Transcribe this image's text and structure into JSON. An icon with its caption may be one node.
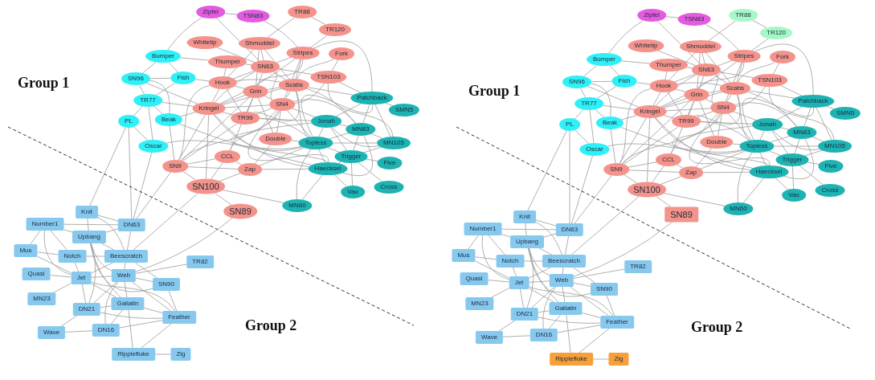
{
  "diagram": {
    "nodes": [
      {
        "text": [
          "Zipfel"
        ]
      },
      {
        "text": [
          "TSN83"
        ]
      },
      {
        "text": [
          "TR88"
        ]
      },
      {
        "text": [
          "TR120"
        ]
      },
      {
        "text": [
          "Whitetip"
        ]
      },
      {
        "text": [
          "Shmuddel"
        ]
      },
      {
        "text": [
          "Stripes"
        ]
      },
      {
        "text": [
          "Fork"
        ]
      },
      {
        "text": [
          "Bumper"
        ]
      },
      {
        "text": [
          "Thumper"
        ]
      },
      {
        "text": [
          "SN63"
        ]
      },
      {
        "text": [
          "TSN103"
        ]
      },
      {
        "text": [
          "SN96"
        ]
      },
      {
        "text": [
          "Fish"
        ]
      },
      {
        "text": [
          "Hook"
        ]
      },
      {
        "text": [
          "Scabs"
        ]
      },
      {
        "text": [
          "Grin"
        ]
      },
      {
        "text": [
          "Patchback"
        ]
      },
      {
        "text": [
          "TR77"
        ]
      },
      {
        "text": [
          "SN4"
        ]
      },
      {
        "text": [
          "SMN5"
        ]
      },
      {
        "text": [
          "Kringel"
        ]
      },
      {
        "text": [
          "TR99"
        ]
      },
      {
        "text": [
          "PL"
        ]
      },
      {
        "text": [
          "Beak"
        ]
      },
      {
        "text": [
          "Jonah"
        ]
      },
      {
        "text": [
          "MN83"
        ]
      },
      {
        "text": [
          "Double"
        ]
      },
      {
        "text": [
          "Topless"
        ]
      },
      {
        "text": [
          "MN105"
        ]
      },
      {
        "text": [
          "Oscar"
        ]
      },
      {
        "text": [
          "CCL"
        ]
      },
      {
        "text": [
          "Trigger"
        ]
      },
      {
        "text": [
          "Five"
        ]
      },
      {
        "text": [
          "SN9"
        ]
      },
      {
        "text": [
          "Zap"
        ]
      },
      {
        "text": [
          "Haecksel"
        ]
      },
      {
        "text": [
          "SN100"
        ]
      },
      {
        "text": [
          "Cross"
        ]
      },
      {
        "text": [
          "Vau"
        ]
      },
      {
        "text": [
          "MN60"
        ]
      },
      {
        "text": [
          "SN89"
        ]
      },
      {
        "text": [
          "Knit"
        ]
      },
      {
        "text": [
          "DN63"
        ]
      },
      {
        "text": [
          "Number1"
        ]
      },
      {
        "text": [
          "Upbang"
        ]
      },
      {
        "text": [
          "Mus"
        ]
      },
      {
        "text": [
          "Notch"
        ]
      },
      {
        "text": [
          "Beescratch"
        ]
      },
      {
        "text": [
          "TR82"
        ]
      },
      {
        "text": [
          "Quasi"
        ]
      },
      {
        "text": [
          "Jet"
        ]
      },
      {
        "text": [
          "Web"
        ]
      },
      {
        "text": [
          "SN90"
        ]
      },
      {
        "text": [
          "MN23"
        ]
      },
      {
        "text": [
          "Gallatin"
        ]
      },
      {
        "text": [
          "DN21"
        ]
      },
      {
        "text": [
          "Feather"
        ]
      },
      {
        "text": [
          "Wave"
        ]
      },
      {
        "text": [
          "DN16"
        ]
      },
      {
        "text": [
          "Ripplefluke"
        ]
      },
      {
        "text": [
          "Zig"
        ]
      },
      {
        "text": [
          "Zipfel"
        ]
      },
      {
        "text": [
          "TSN83"
        ]
      },
      {
        "text": [
          "TR88"
        ]
      },
      {
        "text": [
          "TR120"
        ]
      },
      {
        "text": [
          "Whitetip"
        ]
      },
      {
        "text": [
          "Shmuddel"
        ]
      },
      {
        "text": [
          "Stripes"
        ]
      },
      {
        "text": [
          "Fork"
        ]
      },
      {
        "text": [
          "Bumper"
        ]
      },
      {
        "text": [
          "Thumper"
        ]
      },
      {
        "text": [
          "SN63"
        ]
      },
      {
        "text": [
          "TSN103"
        ]
      },
      {
        "text": [
          "SN96"
        ]
      },
      {
        "text": [
          "Fish"
        ]
      },
      {
        "text": [
          "Hook"
        ]
      },
      {
        "text": [
          "Scabs"
        ]
      },
      {
        "text": [
          "Grin"
        ]
      },
      {
        "text": [
          "Patchback"
        ]
      },
      {
        "text": [
          "TR77"
        ]
      },
      {
        "text": [
          "SN4"
        ]
      },
      {
        "text": [
          "SMN5"
        ]
      },
      {
        "text": [
          "Kringel"
        ]
      },
      {
        "text": [
          "TR99"
        ]
      },
      {
        "text": [
          "PL"
        ]
      },
      {
        "text": [
          "Beak"
        ]
      },
      {
        "text": [
          "Jonah"
        ]
      },
      {
        "text": [
          "MN83"
        ]
      },
      {
        "text": [
          "Double"
        ]
      },
      {
        "text": [
          "Topless"
        ]
      },
      {
        "text": [
          "MN105"
        ]
      },
      {
        "text": [
          "Oscar"
        ]
      },
      {
        "text": [
          "CCL"
        ]
      },
      {
        "text": [
          "Trigger"
        ]
      },
      {
        "text": [
          "Five"
        ]
      },
      {
        "text": [
          "SN9"
        ]
      },
      {
        "text": [
          "Zap"
        ]
      },
      {
        "text": [
          "Haecksel"
        ]
      },
      {
        "text": [
          "SN100"
        ]
      },
      {
        "text": [
          "Cross"
        ]
      },
      {
        "text": [
          "Vau"
        ]
      },
      {
        "text": [
          "MN60"
        ]
      },
      {
        "text": [
          "SN89"
        ]
      },
      {
        "text": [
          "Knit"
        ]
      },
      {
        "text": [
          "DN63"
        ]
      },
      {
        "text": [
          "Number1"
        ]
      },
      {
        "text": [
          "Upbang"
        ]
      },
      {
        "text": [
          "Mus"
        ]
      },
      {
        "text": [
          "Notch"
        ]
      },
      {
        "text": [
          "Beescratch"
        ]
      },
      {
        "text": [
          "TR82"
        ]
      },
      {
        "text": [
          "Quasi"
        ]
      },
      {
        "text": [
          "Jet"
        ]
      },
      {
        "text": [
          "Web"
        ]
      },
      {
        "text": [
          "SN90"
        ]
      },
      {
        "text": [
          "MN23"
        ]
      },
      {
        "text": [
          "Gallatin"
        ]
      },
      {
        "text": [
          "DN21"
        ]
      },
      {
        "text": [
          "Feather"
        ]
      },
      {
        "text": [
          "Wave"
        ]
      },
      {
        "text": [
          "DN16"
        ]
      },
      {
        "text": [
          "Ripplefluke"
        ]
      },
      {
        "text": [
          "Zig"
        ]
      }
    ],
    "edges": [
      {
        "from": 0,
        "to": 1,
        "arrow": "none"
      },
      {
        "from": 0,
        "to": 8,
        "arrow": "none"
      },
      {
        "from": 0,
        "to": 10,
        "arrow": "none"
      },
      {
        "from": 1,
        "to": 6,
        "arrow": "none"
      },
      {
        "from": 2,
        "to": 3,
        "arrow": "none"
      },
      {
        "from": 2,
        "to": 5,
        "arrow": "none"
      },
      {
        "from": 3,
        "to": 6,
        "arrow": "none"
      },
      {
        "from": 4,
        "to": 10,
        "arrow": "none"
      },
      {
        "from": 5,
        "to": 10,
        "arrow": "none"
      },
      {
        "from": 5,
        "to": 14,
        "arrow": "none"
      },
      {
        "from": 5,
        "to": 15,
        "arrow": "none"
      },
      {
        "from": 5,
        "to": 16,
        "arrow": "none"
      },
      {
        "from": 6,
        "to": 10,
        "arrow": "none"
      },
      {
        "from": 6,
        "to": 15,
        "arrow": "none"
      },
      {
        "from": 6,
        "to": 19,
        "arrow": "none"
      },
      {
        "from": 6,
        "to": 16,
        "arrow": "none"
      },
      {
        "from": 6,
        "to": 17,
        "arrow": "none"
      },
      {
        "from": 6,
        "to": 21,
        "arrow": "none"
      },
      {
        "from": 7,
        "to": 15,
        "arrow": "none"
      },
      {
        "from": 7,
        "to": 11,
        "arrow": "none"
      },
      {
        "from": 8,
        "to": 9,
        "arrow": "none"
      },
      {
        "from": 8,
        "to": 12,
        "arrow": "none"
      },
      {
        "from": 8,
        "to": 13,
        "arrow": "none"
      },
      {
        "from": 9,
        "to": 14,
        "arrow": "none"
      },
      {
        "from": 9,
        "to": 10,
        "arrow": "none"
      },
      {
        "from": 10,
        "to": 14,
        "arrow": "none"
      },
      {
        "from": 10,
        "to": 15,
        "arrow": "none"
      },
      {
        "from": 10,
        "to": 19,
        "arrow": "none"
      },
      {
        "from": 10,
        "to": 16,
        "arrow": "none"
      },
      {
        "from": 10,
        "to": 21,
        "arrow": "none"
      },
      {
        "from": 10,
        "to": 11,
        "arrow": "none"
      },
      {
        "from": 11,
        "to": 17,
        "arrow": "none"
      },
      {
        "from": 11,
        "to": 29,
        "arrow": "none"
      },
      {
        "from": 11,
        "to": 19,
        "arrow": "none"
      },
      {
        "from": 12,
        "to": 13,
        "arrow": "none"
      },
      {
        "from": 12,
        "to": 18,
        "arrow": "none"
      },
      {
        "from": 12,
        "to": 24,
        "arrow": "none"
      },
      {
        "from": 12,
        "to": 21,
        "arrow": "none"
      },
      {
        "from": 13,
        "to": 18,
        "arrow": "none"
      },
      {
        "from": 13,
        "to": 14,
        "arrow": "none"
      },
      {
        "from": 14,
        "to": 15,
        "arrow": "none"
      },
      {
        "from": 14,
        "to": 21,
        "arrow": "none"
      },
      {
        "from": 14,
        "to": 22,
        "arrow": "none"
      },
      {
        "from": 14,
        "to": 34,
        "arrow": "none"
      },
      {
        "from": 14,
        "to": 16,
        "arrow": "none"
      },
      {
        "from": 15,
        "to": 16,
        "arrow": "none"
      },
      {
        "from": 15,
        "to": 19,
        "arrow": "none"
      },
      {
        "from": 15,
        "to": 17,
        "arrow": "none"
      },
      {
        "from": 15,
        "to": 21,
        "arrow": "none"
      },
      {
        "from": 15,
        "to": 22,
        "arrow": "none"
      },
      {
        "from": 15,
        "to": 26,
        "arrow": "none"
      },
      {
        "from": 15,
        "to": 28,
        "arrow": "none"
      },
      {
        "from": 16,
        "to": 19,
        "arrow": "none"
      },
      {
        "from": 16,
        "to": 22,
        "arrow": "none"
      },
      {
        "from": 16,
        "to": 21,
        "arrow": "none"
      },
      {
        "from": 16,
        "to": 34,
        "arrow": "none"
      },
      {
        "from": 16,
        "to": 31,
        "arrow": "none"
      },
      {
        "from": 16,
        "to": 27,
        "arrow": "none"
      },
      {
        "from": 17,
        "to": 25,
        "arrow": "none"
      },
      {
        "from": 17,
        "to": 26,
        "arrow": "none"
      },
      {
        "from": 17,
        "to": 29,
        "arrow": "none"
      },
      {
        "from": 17,
        "to": 28,
        "arrow": "none"
      },
      {
        "from": 17,
        "to": 20,
        "arrow": "none"
      },
      {
        "from": 18,
        "to": 24,
        "arrow": "none"
      },
      {
        "from": 18,
        "to": 23,
        "arrow": "none"
      },
      {
        "from": 18,
        "to": 30,
        "arrow": "none"
      },
      {
        "from": 18,
        "to": 21,
        "arrow": "none"
      },
      {
        "from": 19,
        "to": 21,
        "arrow": "none"
      },
      {
        "from": 19,
        "to": 22,
        "arrow": "none"
      },
      {
        "from": 19,
        "to": 25,
        "arrow": "none"
      },
      {
        "from": 19,
        "to": 28,
        "arrow": "none"
      },
      {
        "from": 19,
        "to": 27,
        "arrow": "none"
      },
      {
        "from": 19,
        "to": 26,
        "arrow": "none"
      },
      {
        "from": 19,
        "to": 34,
        "arrow": "none"
      },
      {
        "from": 19,
        "to": 36,
        "arrow": "none"
      },
      {
        "from": 19,
        "to": 31,
        "arrow": "none"
      },
      {
        "from": 21,
        "to": 22,
        "arrow": "none"
      },
      {
        "from": 21,
        "to": 24,
        "arrow": "none"
      },
      {
        "from": 21,
        "to": 34,
        "arrow": "none"
      },
      {
        "from": 21,
        "to": 37,
        "arrow": "none"
      },
      {
        "from": 21,
        "to": 28,
        "arrow": "none"
      },
      {
        "from": 21,
        "to": 36,
        "arrow": "none"
      },
      {
        "from": 22,
        "to": 34,
        "arrow": "none"
      },
      {
        "from": 22,
        "to": 28,
        "arrow": "none"
      },
      {
        "from": 22,
        "to": 25,
        "arrow": "none"
      },
      {
        "from": 23,
        "to": 30,
        "arrow": "none"
      },
      {
        "from": 23,
        "to": 42,
        "arrow": "none"
      },
      {
        "from": 23,
        "to": 43,
        "arrow": "none"
      },
      {
        "from": 24,
        "to": 34,
        "arrow": "none"
      },
      {
        "from": 24,
        "to": 36,
        "arrow": "none"
      },
      {
        "from": 25,
        "to": 26,
        "arrow": "none"
      },
      {
        "from": 25,
        "to": 28,
        "arrow": "none"
      },
      {
        "from": 25,
        "to": 32,
        "arrow": "none"
      },
      {
        "from": 25,
        "to": 36,
        "arrow": "none"
      },
      {
        "from": 25,
        "to": 29,
        "arrow": "none"
      },
      {
        "from": 26,
        "to": 28,
        "arrow": "none"
      },
      {
        "from": 26,
        "to": 29,
        "arrow": "none"
      },
      {
        "from": 26,
        "to": 32,
        "arrow": "none"
      },
      {
        "from": 26,
        "to": 36,
        "arrow": "none"
      },
      {
        "from": 27,
        "to": 28,
        "arrow": "none"
      },
      {
        "from": 27,
        "to": 35,
        "arrow": "none"
      },
      {
        "from": 28,
        "to": 29,
        "arrow": "none"
      },
      {
        "from": 28,
        "to": 32,
        "arrow": "none"
      },
      {
        "from": 28,
        "to": 36,
        "arrow": "none"
      },
      {
        "from": 28,
        "to": 35,
        "arrow": "none"
      },
      {
        "from": 28,
        "to": 40,
        "arrow": "none"
      },
      {
        "from": 28,
        "to": 30,
        "arrow": "none"
      },
      {
        "from": 29,
        "to": 32,
        "arrow": "none"
      },
      {
        "from": 30,
        "to": 43,
        "arrow": "none"
      },
      {
        "from": 31,
        "to": 35,
        "arrow": "none"
      },
      {
        "from": 31,
        "to": 34,
        "arrow": "none"
      },
      {
        "from": 31,
        "to": 37,
        "arrow": "none"
      },
      {
        "from": 32,
        "to": 33,
        "arrow": "none"
      },
      {
        "from": 32,
        "to": 39,
        "arrow": "none"
      },
      {
        "from": 32,
        "to": 38,
        "arrow": "none"
      },
      {
        "from": 32,
        "to": 36,
        "arrow": "none"
      },
      {
        "from": 34,
        "to": 35,
        "arrow": "none"
      },
      {
        "from": 34,
        "to": 37,
        "arrow": "none"
      },
      {
        "from": 34,
        "to": 43,
        "arrow": "none"
      },
      {
        "from": 35,
        "to": 36,
        "arrow": "none"
      },
      {
        "from": 35,
        "to": 37,
        "arrow": "none"
      },
      {
        "from": 36,
        "to": 39,
        "arrow": "none"
      },
      {
        "from": 36,
        "to": 40,
        "arrow": "none"
      },
      {
        "from": 37,
        "to": 40,
        "arrow": "none"
      },
      {
        "from": 37,
        "to": 41,
        "arrow": "none"
      },
      {
        "from": 37,
        "to": 48,
        "arrow": "none"
      },
      {
        "from": 41,
        "to": 52,
        "arrow": "none"
      },
      {
        "from": 42,
        "to": 43,
        "arrow": "none"
      },
      {
        "from": 42,
        "to": 45,
        "arrow": "none"
      },
      {
        "from": 42,
        "to": 48,
        "arrow": "none"
      },
      {
        "from": 44,
        "to": 43,
        "arrow": "none"
      },
      {
        "from": 44,
        "to": 45,
        "arrow": "none"
      },
      {
        "from": 44,
        "to": 46,
        "arrow": "none"
      },
      {
        "from": 44,
        "to": 47,
        "arrow": "none"
      },
      {
        "from": 44,
        "to": 51,
        "arrow": "none"
      },
      {
        "from": 45,
        "to": 43,
        "arrow": "none"
      },
      {
        "from": 45,
        "to": 48,
        "arrow": "none"
      },
      {
        "from": 45,
        "to": 52,
        "arrow": "none"
      },
      {
        "from": 45,
        "to": 55,
        "arrow": "none"
      },
      {
        "from": 45,
        "to": 53,
        "arrow": "none"
      },
      {
        "from": 45,
        "to": 56,
        "arrow": "none"
      },
      {
        "from": 46,
        "to": 47,
        "arrow": "none"
      },
      {
        "from": 46,
        "to": 51,
        "arrow": "none"
      },
      {
        "from": 47,
        "to": 48,
        "arrow": "none"
      },
      {
        "from": 47,
        "to": 51,
        "arrow": "none"
      },
      {
        "from": 48,
        "to": 43,
        "arrow": "none"
      },
      {
        "from": 48,
        "to": 51,
        "arrow": "none"
      },
      {
        "from": 48,
        "to": 53,
        "arrow": "none"
      },
      {
        "from": 48,
        "to": 52,
        "arrow": "none"
      },
      {
        "from": 49,
        "to": 52,
        "arrow": "none"
      },
      {
        "from": 50,
        "to": 51,
        "arrow": "none"
      },
      {
        "from": 51,
        "to": 52,
        "arrow": "none"
      },
      {
        "from": 51,
        "to": 54,
        "arrow": "none"
      },
      {
        "from": 51,
        "to": 56,
        "arrow": "none"
      },
      {
        "from": 51,
        "to": 55,
        "arrow": "none"
      },
      {
        "from": 51,
        "to": 57,
        "arrow": "none"
      },
      {
        "from": 52,
        "to": 55,
        "arrow": "none"
      },
      {
        "from": 52,
        "to": 56,
        "arrow": "none"
      },
      {
        "from": 52,
        "to": 53,
        "arrow": "none"
      },
      {
        "from": 52,
        "to": 57,
        "arrow": "none"
      },
      {
        "from": 52,
        "to": 59,
        "arrow": "none"
      },
      {
        "from": 53,
        "to": 57,
        "arrow": "none"
      },
      {
        "from": 55,
        "to": 56,
        "arrow": "none"
      },
      {
        "from": 55,
        "to": 57,
        "arrow": "none"
      },
      {
        "from": 55,
        "to": 59,
        "arrow": "none"
      },
      {
        "from": 55,
        "to": 60,
        "arrow": "none"
      },
      {
        "from": 56,
        "to": 58,
        "arrow": "none"
      },
      {
        "from": 56,
        "to": 57,
        "arrow": "none"
      },
      {
        "from": 59,
        "to": 58,
        "arrow": "none"
      },
      {
        "from": 59,
        "to": 57,
        "arrow": "none"
      },
      {
        "from": 57,
        "to": 60,
        "arrow": "none"
      },
      {
        "from": 60,
        "to": 61,
        "arrow": "none"
      },
      {
        "from": 62,
        "to": 63,
        "arrow": "none"
      },
      {
        "from": 62,
        "to": 70,
        "arrow": "none"
      },
      {
        "from": 62,
        "to": 72,
        "arrow": "none"
      },
      {
        "from": 63,
        "to": 68,
        "arrow": "none"
      },
      {
        "from": 64,
        "to": 65,
        "arrow": "none"
      },
      {
        "from": 64,
        "to": 67,
        "arrow": "none"
      },
      {
        "from": 65,
        "to": 68,
        "arrow": "none"
      },
      {
        "from": 66,
        "to": 72,
        "arrow": "none"
      },
      {
        "from": 67,
        "to": 72,
        "arrow": "none"
      },
      {
        "from": 67,
        "to": 76,
        "arrow": "none"
      },
      {
        "from": 67,
        "to": 77,
        "arrow": "none"
      },
      {
        "from": 67,
        "to": 78,
        "arrow": "none"
      },
      {
        "from": 68,
        "to": 72,
        "arrow": "none"
      },
      {
        "from": 68,
        "to": 77,
        "arrow": "none"
      },
      {
        "from": 68,
        "to": 81,
        "arrow": "none"
      },
      {
        "from": 68,
        "to": 78,
        "arrow": "none"
      },
      {
        "from": 68,
        "to": 79,
        "arrow": "none"
      },
      {
        "from": 68,
        "to": 83,
        "arrow": "none"
      },
      {
        "from": 69,
        "to": 77,
        "arrow": "none"
      },
      {
        "from": 69,
        "to": 73,
        "arrow": "none"
      },
      {
        "from": 70,
        "to": 71,
        "arrow": "none"
      },
      {
        "from": 70,
        "to": 74,
        "arrow": "none"
      },
      {
        "from": 70,
        "to": 75,
        "arrow": "none"
      },
      {
        "from": 71,
        "to": 76,
        "arrow": "none"
      },
      {
        "from": 71,
        "to": 72,
        "arrow": "none"
      },
      {
        "from": 72,
        "to": 76,
        "arrow": "none"
      },
      {
        "from": 72,
        "to": 77,
        "arrow": "none"
      },
      {
        "from": 72,
        "to": 81,
        "arrow": "none"
      },
      {
        "from": 72,
        "to": 78,
        "arrow": "none"
      },
      {
        "from": 72,
        "to": 83,
        "arrow": "none"
      },
      {
        "from": 72,
        "to": 73,
        "arrow": "none"
      },
      {
        "from": 73,
        "to": 79,
        "arrow": "none"
      },
      {
        "from": 73,
        "to": 91,
        "arrow": "none"
      },
      {
        "from": 73,
        "to": 81,
        "arrow": "none"
      },
      {
        "from": 74,
        "to": 75,
        "arrow": "none"
      },
      {
        "from": 74,
        "to": 80,
        "arrow": "none"
      },
      {
        "from": 74,
        "to": 86,
        "arrow": "none"
      },
      {
        "from": 74,
        "to": 83,
        "arrow": "none"
      },
      {
        "from": 75,
        "to": 80,
        "arrow": "none"
      },
      {
        "from": 75,
        "to": 76,
        "arrow": "none"
      },
      {
        "from": 76,
        "to": 77,
        "arrow": "none"
      },
      {
        "from": 76,
        "to": 83,
        "arrow": "none"
      },
      {
        "from": 76,
        "to": 84,
        "arrow": "none"
      },
      {
        "from": 76,
        "to": 96,
        "arrow": "none"
      },
      {
        "from": 76,
        "to": 78,
        "arrow": "none"
      },
      {
        "from": 77,
        "to": 78,
        "arrow": "none"
      },
      {
        "from": 77,
        "to": 81,
        "arrow": "none"
      },
      {
        "from": 77,
        "to": 79,
        "arrow": "none"
      },
      {
        "from": 77,
        "to": 83,
        "arrow": "none"
      },
      {
        "from": 77,
        "to": 84,
        "arrow": "none"
      },
      {
        "from": 77,
        "to": 88,
        "arrow": "none"
      },
      {
        "from": 77,
        "to": 90,
        "arrow": "none"
      },
      {
        "from": 78,
        "to": 81,
        "arrow": "none"
      },
      {
        "from": 78,
        "to": 84,
        "arrow": "none"
      },
      {
        "from": 78,
        "to": 83,
        "arrow": "none"
      },
      {
        "from": 78,
        "to": 96,
        "arrow": "none"
      },
      {
        "from": 78,
        "to": 93,
        "arrow": "none"
      },
      {
        "from": 78,
        "to": 89,
        "arrow": "none"
      },
      {
        "from": 79,
        "to": 87,
        "arrow": "none"
      },
      {
        "from": 79,
        "to": 88,
        "arrow": "none"
      },
      {
        "from": 79,
        "to": 91,
        "arrow": "none"
      },
      {
        "from": 79,
        "to": 90,
        "arrow": "none"
      },
      {
        "from": 79,
        "to": 82,
        "arrow": "none"
      },
      {
        "from": 80,
        "to": 86,
        "arrow": "none"
      },
      {
        "from": 80,
        "to": 85,
        "arrow": "none"
      },
      {
        "from": 80,
        "to": 92,
        "arrow": "none"
      },
      {
        "from": 80,
        "to": 83,
        "arrow": "none"
      },
      {
        "from": 81,
        "to": 83,
        "arrow": "none"
      },
      {
        "from": 81,
        "to": 84,
        "arrow": "none"
      },
      {
        "from": 81,
        "to": 87,
        "arrow": "none"
      },
      {
        "from": 81,
        "to": 90,
        "arrow": "none"
      },
      {
        "from": 81,
        "to": 89,
        "arrow": "none"
      },
      {
        "from": 81,
        "to": 88,
        "arrow": "none"
      },
      {
        "from": 81,
        "to": 96,
        "arrow": "none"
      },
      {
        "from": 81,
        "to": 98,
        "arrow": "none"
      },
      {
        "from": 81,
        "to": 93,
        "arrow": "none"
      },
      {
        "from": 83,
        "to": 84,
        "arrow": "none"
      },
      {
        "from": 83,
        "to": 86,
        "arrow": "none"
      },
      {
        "from": 83,
        "to": 96,
        "arrow": "none"
      },
      {
        "from": 83,
        "to": 99,
        "arrow": "none"
      },
      {
        "from": 83,
        "to": 90,
        "arrow": "none"
      },
      {
        "from": 83,
        "to": 98,
        "arrow": "none"
      },
      {
        "from": 84,
        "to": 96,
        "arrow": "none"
      },
      {
        "from": 84,
        "to": 90,
        "arrow": "none"
      },
      {
        "from": 84,
        "to": 87,
        "arrow": "none"
      },
      {
        "from": 85,
        "to": 92,
        "arrow": "none"
      },
      {
        "from": 85,
        "to": 104,
        "arrow": "none"
      },
      {
        "from": 85,
        "to": 105,
        "arrow": "none"
      },
      {
        "from": 86,
        "to": 96,
        "arrow": "none"
      },
      {
        "from": 86,
        "to": 98,
        "arrow": "none"
      },
      {
        "from": 87,
        "to": 88,
        "arrow": "none"
      },
      {
        "from": 87,
        "to": 90,
        "arrow": "none"
      },
      {
        "from": 87,
        "to": 94,
        "arrow": "none"
      },
      {
        "from": 87,
        "to": 98,
        "arrow": "none"
      },
      {
        "from": 87,
        "to": 91,
        "arrow": "none"
      },
      {
        "from": 88,
        "to": 90,
        "arrow": "none"
      },
      {
        "from": 88,
        "to": 91,
        "arrow": "none"
      },
      {
        "from": 88,
        "to": 94,
        "arrow": "none"
      },
      {
        "from": 88,
        "to": 98,
        "arrow": "none"
      },
      {
        "from": 89,
        "to": 90,
        "arrow": "none"
      },
      {
        "from": 89,
        "to": 97,
        "arrow": "none"
      },
      {
        "from": 90,
        "to": 91,
        "arrow": "none"
      },
      {
        "from": 90,
        "to": 94,
        "arrow": "none"
      },
      {
        "from": 90,
        "to": 98,
        "arrow": "none"
      },
      {
        "from": 90,
        "to": 97,
        "arrow": "none"
      },
      {
        "from": 90,
        "to": 102,
        "arrow": "none"
      },
      {
        "from": 90,
        "to": 92,
        "arrow": "none"
      },
      {
        "from": 91,
        "to": 94,
        "arrow": "none"
      },
      {
        "from": 92,
        "to": 105,
        "arrow": "none"
      },
      {
        "from": 93,
        "to": 97,
        "arrow": "none"
      },
      {
        "from": 93,
        "to": 96,
        "arrow": "none"
      },
      {
        "from": 93,
        "to": 99,
        "arrow": "none"
      },
      {
        "from": 94,
        "to": 95,
        "arrow": "none"
      },
      {
        "from": 94,
        "to": 101,
        "arrow": "none"
      },
      {
        "from": 94,
        "to": 100,
        "arrow": "none"
      },
      {
        "from": 94,
        "to": 98,
        "arrow": "none"
      },
      {
        "from": 96,
        "to": 97,
        "arrow": "none"
      },
      {
        "from": 96,
        "to": 99,
        "arrow": "none"
      },
      {
        "from": 96,
        "to": 105,
        "arrow": "none"
      },
      {
        "from": 97,
        "to": 98,
        "arrow": "none"
      },
      {
        "from": 97,
        "to": 99,
        "arrow": "none"
      },
      {
        "from": 98,
        "to": 101,
        "arrow": "none"
      },
      {
        "from": 98,
        "to": 102,
        "arrow": "none"
      },
      {
        "from": 99,
        "to": 102,
        "arrow": "none"
      },
      {
        "from": 99,
        "to": 103,
        "arrow": "none"
      },
      {
        "from": 99,
        "to": 110,
        "arrow": "none"
      },
      {
        "from": 103,
        "to": 114,
        "arrow": "none"
      },
      {
        "from": 104,
        "to": 105,
        "arrow": "none"
      },
      {
        "from": 104,
        "to": 107,
        "arrow": "none"
      },
      {
        "from": 104,
        "to": 110,
        "arrow": "none"
      },
      {
        "from": 106,
        "to": 105,
        "arrow": "none"
      },
      {
        "from": 106,
        "to": 107,
        "arrow": "none"
      },
      {
        "from": 106,
        "to": 108,
        "arrow": "none"
      },
      {
        "from": 106,
        "to": 109,
        "arrow": "none"
      },
      {
        "from": 106,
        "to": 113,
        "arrow": "none"
      },
      {
        "from": 107,
        "to": 105,
        "arrow": "none"
      },
      {
        "from": 107,
        "to": 110,
        "arrow": "none"
      },
      {
        "from": 107,
        "to": 114,
        "arrow": "none"
      },
      {
        "from": 107,
        "to": 117,
        "arrow": "none"
      },
      {
        "from": 107,
        "to": 115,
        "arrow": "none"
      },
      {
        "from": 107,
        "to": 118,
        "arrow": "none"
      },
      {
        "from": 108,
        "to": 109,
        "arrow": "none"
      },
      {
        "from": 108,
        "to": 113,
        "arrow": "none"
      },
      {
        "from": 109,
        "to": 110,
        "arrow": "none"
      },
      {
        "from": 109,
        "to": 113,
        "arrow": "none"
      },
      {
        "from": 110,
        "to": 105,
        "arrow": "none"
      },
      {
        "from": 110,
        "to": 113,
        "arrow": "none"
      },
      {
        "from": 110,
        "to": 115,
        "arrow": "none"
      },
      {
        "from": 110,
        "to": 114,
        "arrow": "none"
      },
      {
        "from": 111,
        "to": 114,
        "arrow": "none"
      },
      {
        "from": 112,
        "to": 113,
        "arrow": "none"
      },
      {
        "from": 113,
        "to": 114,
        "arrow": "none"
      },
      {
        "from": 113,
        "to": 116,
        "arrow": "none"
      },
      {
        "from": 113,
        "to": 118,
        "arrow": "none"
      },
      {
        "from": 113,
        "to": 117,
        "arrow": "none"
      },
      {
        "from": 113,
        "to": 119,
        "arrow": "none"
      },
      {
        "from": 114,
        "to": 117,
        "arrow": "none"
      },
      {
        "from": 114,
        "to": 118,
        "arrow": "none"
      },
      {
        "from": 114,
        "to": 115,
        "arrow": "none"
      },
      {
        "from": 114,
        "to": 119,
        "arrow": "none"
      },
      {
        "from": 114,
        "to": 121,
        "arrow": "none"
      },
      {
        "from": 115,
        "to": 119,
        "arrow": "none"
      },
      {
        "from": 117,
        "to": 118,
        "arrow": "none"
      },
      {
        "from": 117,
        "to": 119,
        "arrow": "none"
      },
      {
        "from": 117,
        "to": 121,
        "arrow": "none"
      },
      {
        "from": 117,
        "to": 122,
        "arrow": "none"
      },
      {
        "from": 118,
        "to": 120,
        "arrow": "none"
      },
      {
        "from": 118,
        "to": 119,
        "arrow": "none"
      },
      {
        "from": 121,
        "to": 120,
        "arrow": "none"
      },
      {
        "from": 121,
        "to": 119,
        "arrow": "none"
      },
      {
        "from": 119,
        "to": 122,
        "arrow": "none"
      },
      {
        "from": 122,
        "to": 123,
        "arrow": "none"
      }
    ],
    "labels": [
      "Group 1",
      "Group 2",
      "Group 1",
      "Group 2"
    ]
  }
}
